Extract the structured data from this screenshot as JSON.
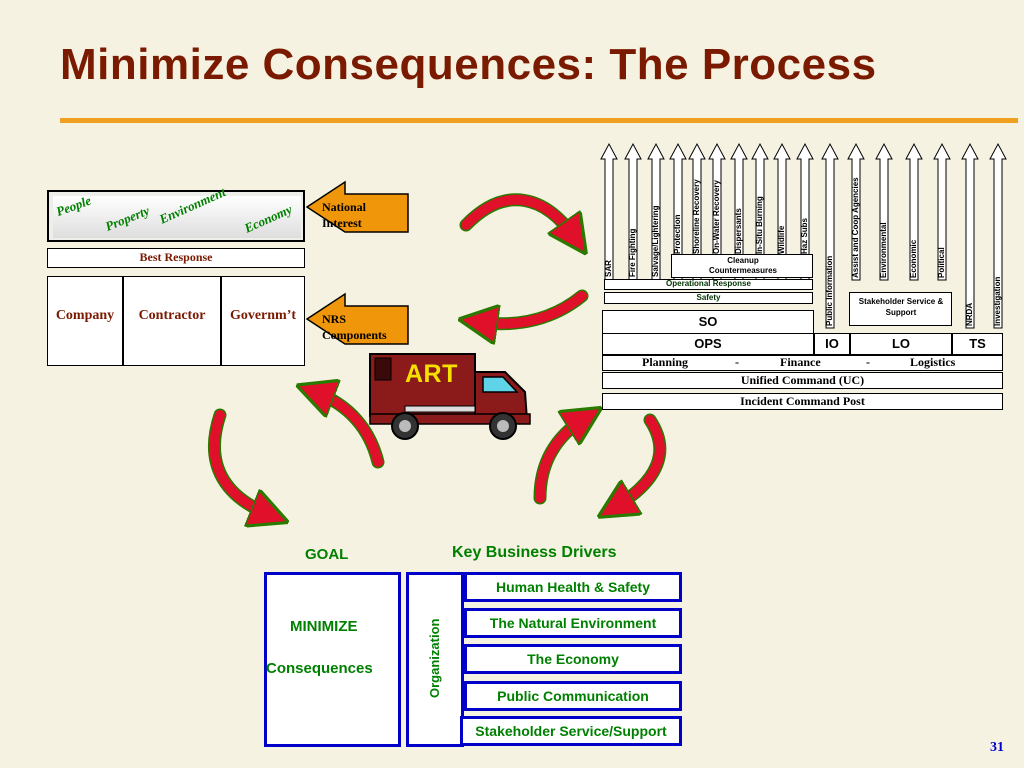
{
  "slide": {
    "title": "Minimize  Consequences:  The Process",
    "page_number": "31"
  },
  "priorities": {
    "items": [
      "People",
      "Property",
      "Environment",
      "Economy"
    ],
    "best_response": "Best Response",
    "columns": [
      "Company",
      "Contractor",
      "Governm’t"
    ]
  },
  "callouts": {
    "national_interest": "National Interest",
    "nrs_components": "NRS Components"
  },
  "truck": {
    "label": "ART"
  },
  "ics": {
    "functions": [
      "SAR",
      "Fire Fighting",
      "Salvage/Lightering",
      "Protection",
      "Shoreline Recovery",
      "On-Water Recovery",
      "Dispersants",
      "In-Situ Burning",
      "Wildlife",
      "Haz Subs",
      "Public Information",
      "Assist and Coop Agencies",
      "Environmental",
      "Economic",
      "Political",
      "NRDA",
      "Investigation"
    ],
    "cleanup": "Cleanup Countermeasures",
    "operational_response": "Operational Response",
    "safety": "Safety",
    "stakeholder": "Stakeholder Service & Support",
    "so": "SO",
    "ops": "OPS",
    "io": "IO",
    "lo": "LO",
    "ts": "TS",
    "planning": "Planning",
    "dash1": "-",
    "finance": "Finance",
    "dash2": "-",
    "logistics": "Logistics",
    "unified_command": "Unified  Command (UC)",
    "incident_command_post": "Incident Command Post"
  },
  "goal": {
    "header": "GOAL",
    "line1": "MINIMIZE",
    "line2": "Consequences",
    "organization": "Organization"
  },
  "drivers": {
    "header": "Key  Business Drivers",
    "items": [
      "Human Health & Safety",
      "The Natural Environment",
      "The Economy",
      "Public Communication",
      "Stakeholder Service/Support"
    ]
  },
  "colors": {
    "title": "#7a1a00",
    "rule": "#f0a020",
    "arrow_red": "#e0102a",
    "arrow_edge": "#2a7a00",
    "callout_orange": "#f0960a",
    "driver_border": "#0000c8",
    "goal_text": "#008000",
    "truck_red": "#8b1a1a"
  }
}
